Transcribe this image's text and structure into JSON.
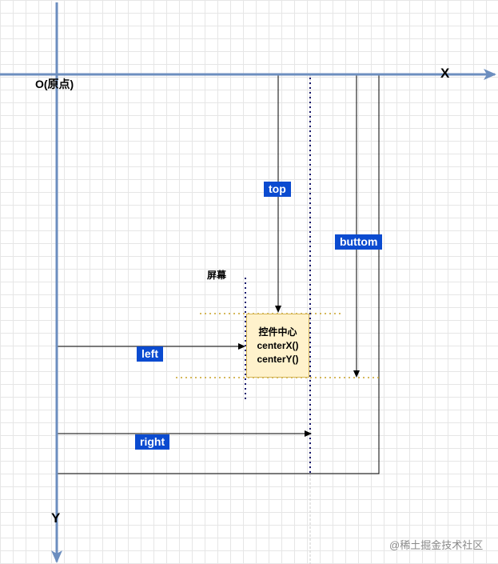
{
  "axes": {
    "x_label": "X",
    "y_label": "Y",
    "origin_label": "O(原点)"
  },
  "screen_label": "屏幕",
  "labels": {
    "top": "top",
    "bottom": "buttom",
    "left": "left",
    "right": "right"
  },
  "view": {
    "line1": "控件中心",
    "line2": "centerX()",
    "line3": "centerY()"
  },
  "watermark": "@稀土掘金技术社区",
  "colors": {
    "axis": "#6c8ebf",
    "label_bg": "#0b4bd0",
    "view_fill": "#fff2cc",
    "view_border": "#d6b656",
    "guide_dot": "#c9a227",
    "screen_dot": "#1a1a6e"
  }
}
